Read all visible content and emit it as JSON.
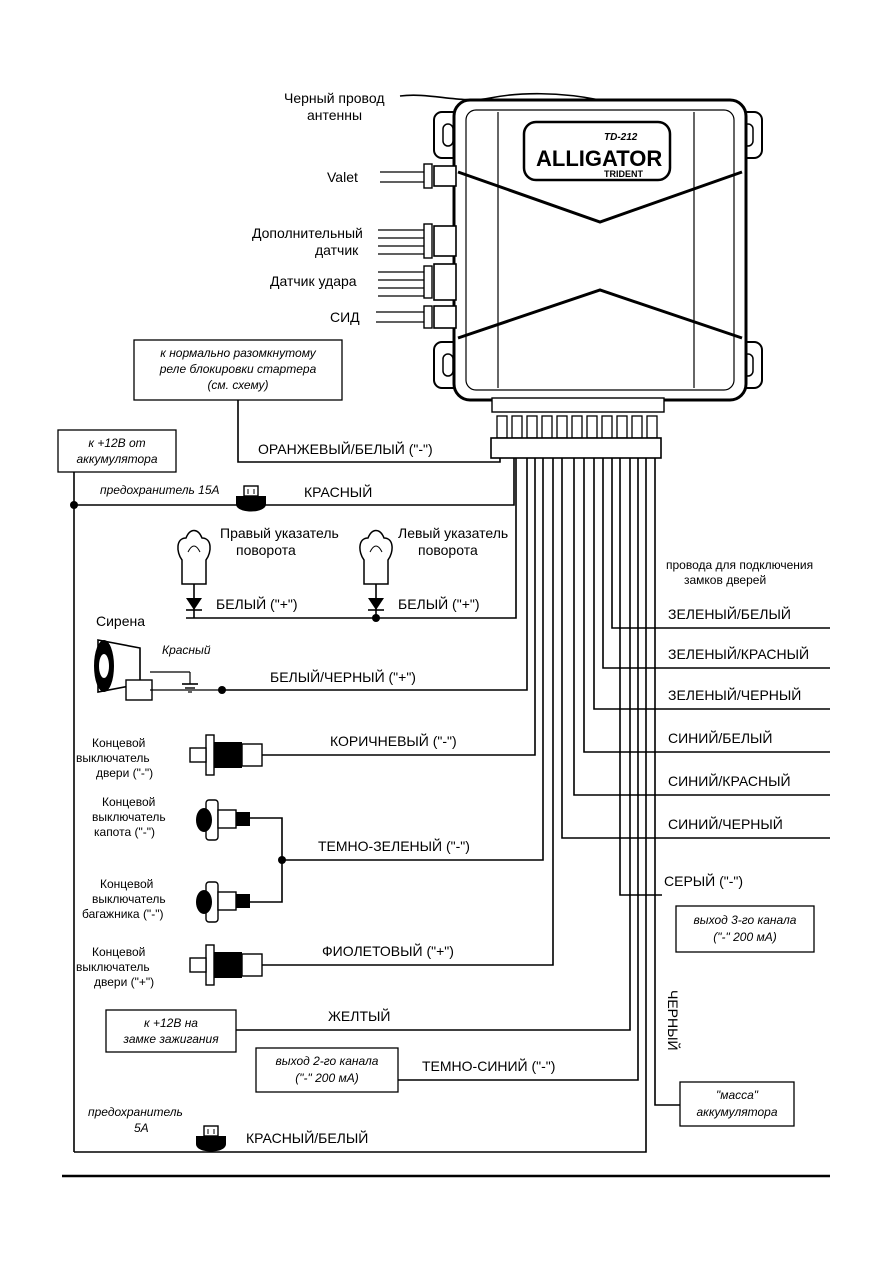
{
  "device": {
    "model": "TD-212",
    "brand": "ALLIGATOR",
    "series": "TRIDENT"
  },
  "left_connectors": {
    "antenna": [
      "Черный провод",
      "антенны"
    ],
    "valet": "Valet",
    "extra_sensor": [
      "Дополнительный",
      "датчик"
    ],
    "shock_sensor": "Датчик удара",
    "led": "СИД"
  },
  "boxes": {
    "starter_relay": [
      "к нормально разомкнутому",
      "реле блокировки стартера",
      "(см. схему)"
    ],
    "battery_12v": [
      "к +12В от",
      "аккумулятора"
    ],
    "ignition_12v": [
      "к +12В на",
      "замке зажигания"
    ],
    "channel2": [
      "выход 2-го канала",
      "(\"-\" 200 мА)"
    ],
    "channel3": [
      "выход 3-го канала",
      "(\"-\" 200 мА)"
    ],
    "ground": [
      "\"масса\"",
      "аккумулятора"
    ]
  },
  "components": {
    "fuse15": "предохранитель 15А",
    "fuse5": [
      "предохранитель",
      "5А"
    ],
    "right_turn": [
      "Правый указатель",
      "поворота"
    ],
    "left_turn": [
      "Левый указатель",
      "поворота"
    ],
    "siren": "Сирена",
    "siren_red": "Красный",
    "door_minus": [
      "Концевой",
      "выключатель",
      "двери (\"-\")"
    ],
    "hood": [
      "Концевой",
      "выключатель",
      "капота (\"-\")"
    ],
    "trunk": [
      "Концевой",
      "выключатель",
      "багажника (\"-\")"
    ],
    "door_plus": [
      "Концевой",
      "выключатель",
      "двери (\"+\")"
    ]
  },
  "wires": {
    "orange_white": "ОРАНЖЕВЫЙ/БЕЛЫЙ (\"-\")",
    "red": "КРАСНЫЙ",
    "white_1": "БЕЛЫЙ (\"+\")",
    "white_2": "БЕЛЫЙ (\"+\")",
    "white_black": "БЕЛЫЙ/ЧЕРНЫЙ (\"+\")",
    "brown": "КОРИЧНЕВЫЙ (\"-\")",
    "dark_green": "ТЕМНО-ЗЕЛЕНЫЙ (\"-\")",
    "violet": "ФИОЛЕТОВЫЙ (\"+\")",
    "yellow": "ЖЕЛТЫЙ",
    "dark_blue": "ТЕМНО-СИНИЙ (\"-\")",
    "red_white": "КРАСНЫЙ/БЕЛЫЙ",
    "gray": "СЕРЫЙ (\"-\")",
    "black": "ЧЕРНЫЙ"
  },
  "door_locks": {
    "title": [
      "провода для подключения",
      "замков дверей"
    ],
    "wires": [
      "ЗЕЛЕНЫЙ/БЕЛЫЙ",
      "ЗЕЛЕНЫЙ/КРАСНЫЙ",
      "ЗЕЛЕНЫЙ/ЧЕРНЫЙ",
      "СИНИЙ/БЕЛЫЙ",
      "СИНИЙ/КРАСНЫЙ",
      "СИНИЙ/ЧЕРНЫЙ"
    ]
  }
}
